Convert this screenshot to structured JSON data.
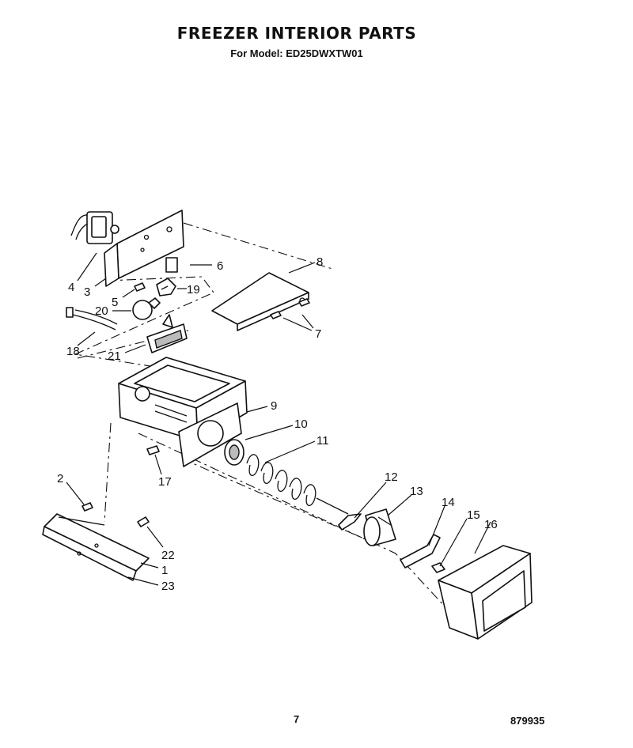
{
  "header": {
    "title": "FREEZER INTERIOR PARTS",
    "subtitle": "For Model: ED25DWXTW01"
  },
  "callouts": [
    {
      "id": "c1",
      "label": "1"
    },
    {
      "id": "c2",
      "label": "2"
    },
    {
      "id": "c3",
      "label": "3"
    },
    {
      "id": "c4",
      "label": "4"
    },
    {
      "id": "c5",
      "label": "5"
    },
    {
      "id": "c6",
      "label": "6"
    },
    {
      "id": "c7",
      "label": "7"
    },
    {
      "id": "c8",
      "label": "8"
    },
    {
      "id": "c9",
      "label": "9"
    },
    {
      "id": "c10",
      "label": "10"
    },
    {
      "id": "c11",
      "label": "11"
    },
    {
      "id": "c12",
      "label": "12"
    },
    {
      "id": "c13",
      "label": "13"
    },
    {
      "id": "c14",
      "label": "14"
    },
    {
      "id": "c15",
      "label": "15"
    },
    {
      "id": "c16",
      "label": "16"
    },
    {
      "id": "c17",
      "label": "17"
    },
    {
      "id": "c18",
      "label": "18"
    },
    {
      "id": "c19",
      "label": "19"
    },
    {
      "id": "c20",
      "label": "20"
    },
    {
      "id": "c21",
      "label": "21"
    },
    {
      "id": "c22",
      "label": "22"
    },
    {
      "id": "c23",
      "label": "23"
    }
  ],
  "footer": {
    "page_number": "7",
    "document_number": "879935"
  }
}
